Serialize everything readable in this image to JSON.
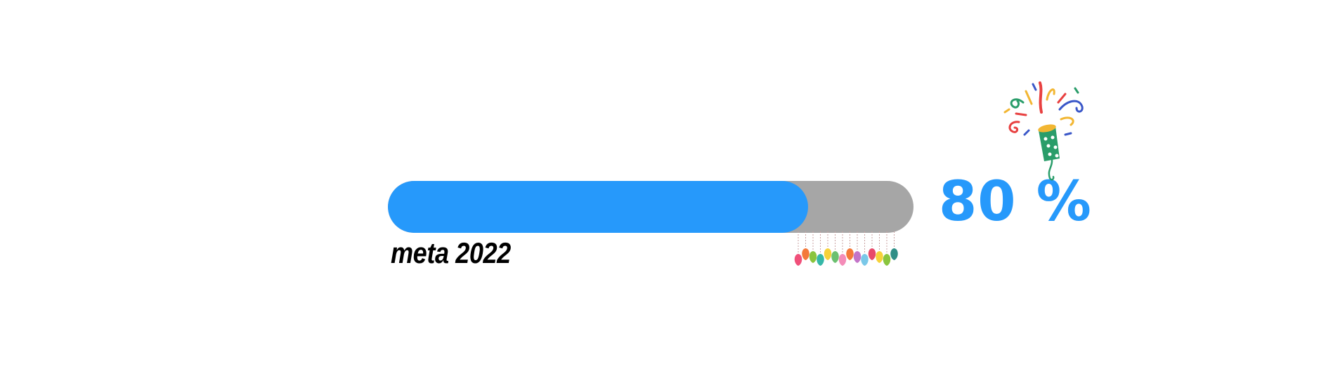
{
  "progress": {
    "percent_value": 80,
    "percent_text": "80 %",
    "goal_label": "meta 2022",
    "fill_color": "#2699fb",
    "track_color": "#a6a6a6"
  },
  "icons": {
    "decoration": "balloon-garland-icon",
    "celebration": "party-popper-icon"
  }
}
